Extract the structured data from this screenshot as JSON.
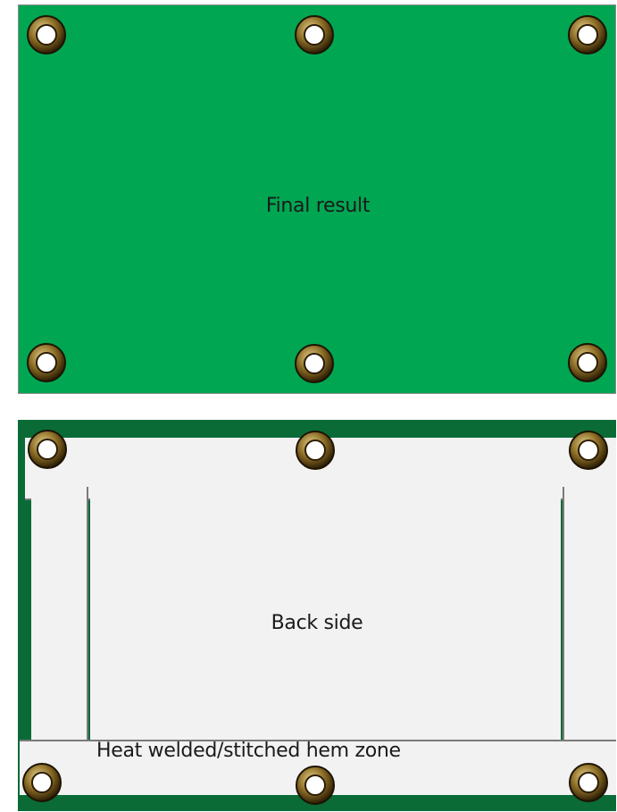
{
  "front": {
    "label": "Final result",
    "fill_color": "#00a651",
    "grommet_icon": "grommet-icon"
  },
  "back": {
    "label": "Back side",
    "hem_label": "Heat welded/stitched hem zone",
    "fill_color": "#f2f2f2",
    "edge_color": "#0a6b36",
    "grommet_icon": "grommet-icon"
  }
}
